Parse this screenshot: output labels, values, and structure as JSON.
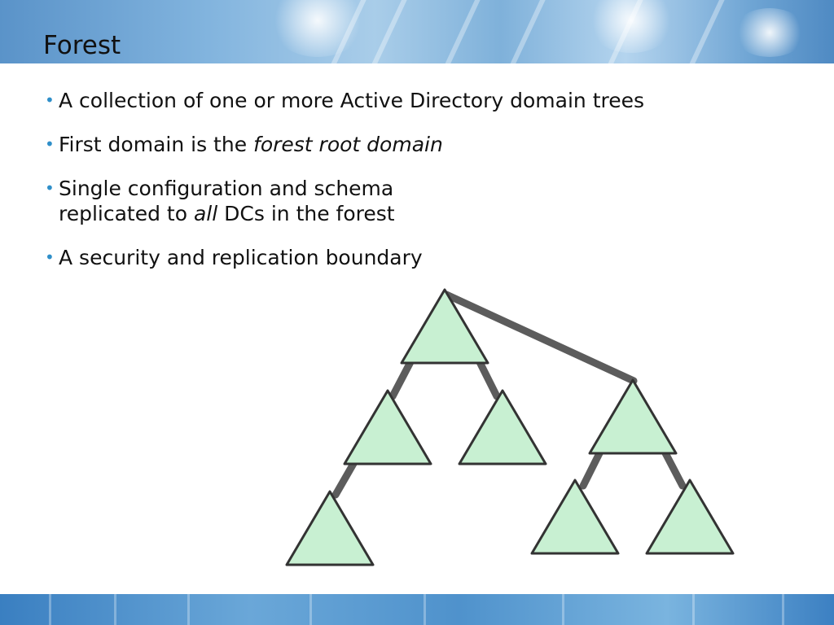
{
  "slide": {
    "title": "Forest",
    "accent_color": "#2f8fc9"
  },
  "bullets": [
    {
      "text_before": "A collection of one or more Active Directory domain trees"
    },
    {
      "text_before": "First domain is the ",
      "emphasis": "forest root domain"
    },
    {
      "line1": "Single configuration and schema",
      "text_before": "replicated to ",
      "emphasis": "all",
      "text_after": " DCs in the forest"
    },
    {
      "text_before": "A security and replication boundary"
    }
  ],
  "diagram": {
    "node_fill": "#c8f0d2",
    "node_stroke": "#333333",
    "connector_color": "#5c5c5c"
  }
}
